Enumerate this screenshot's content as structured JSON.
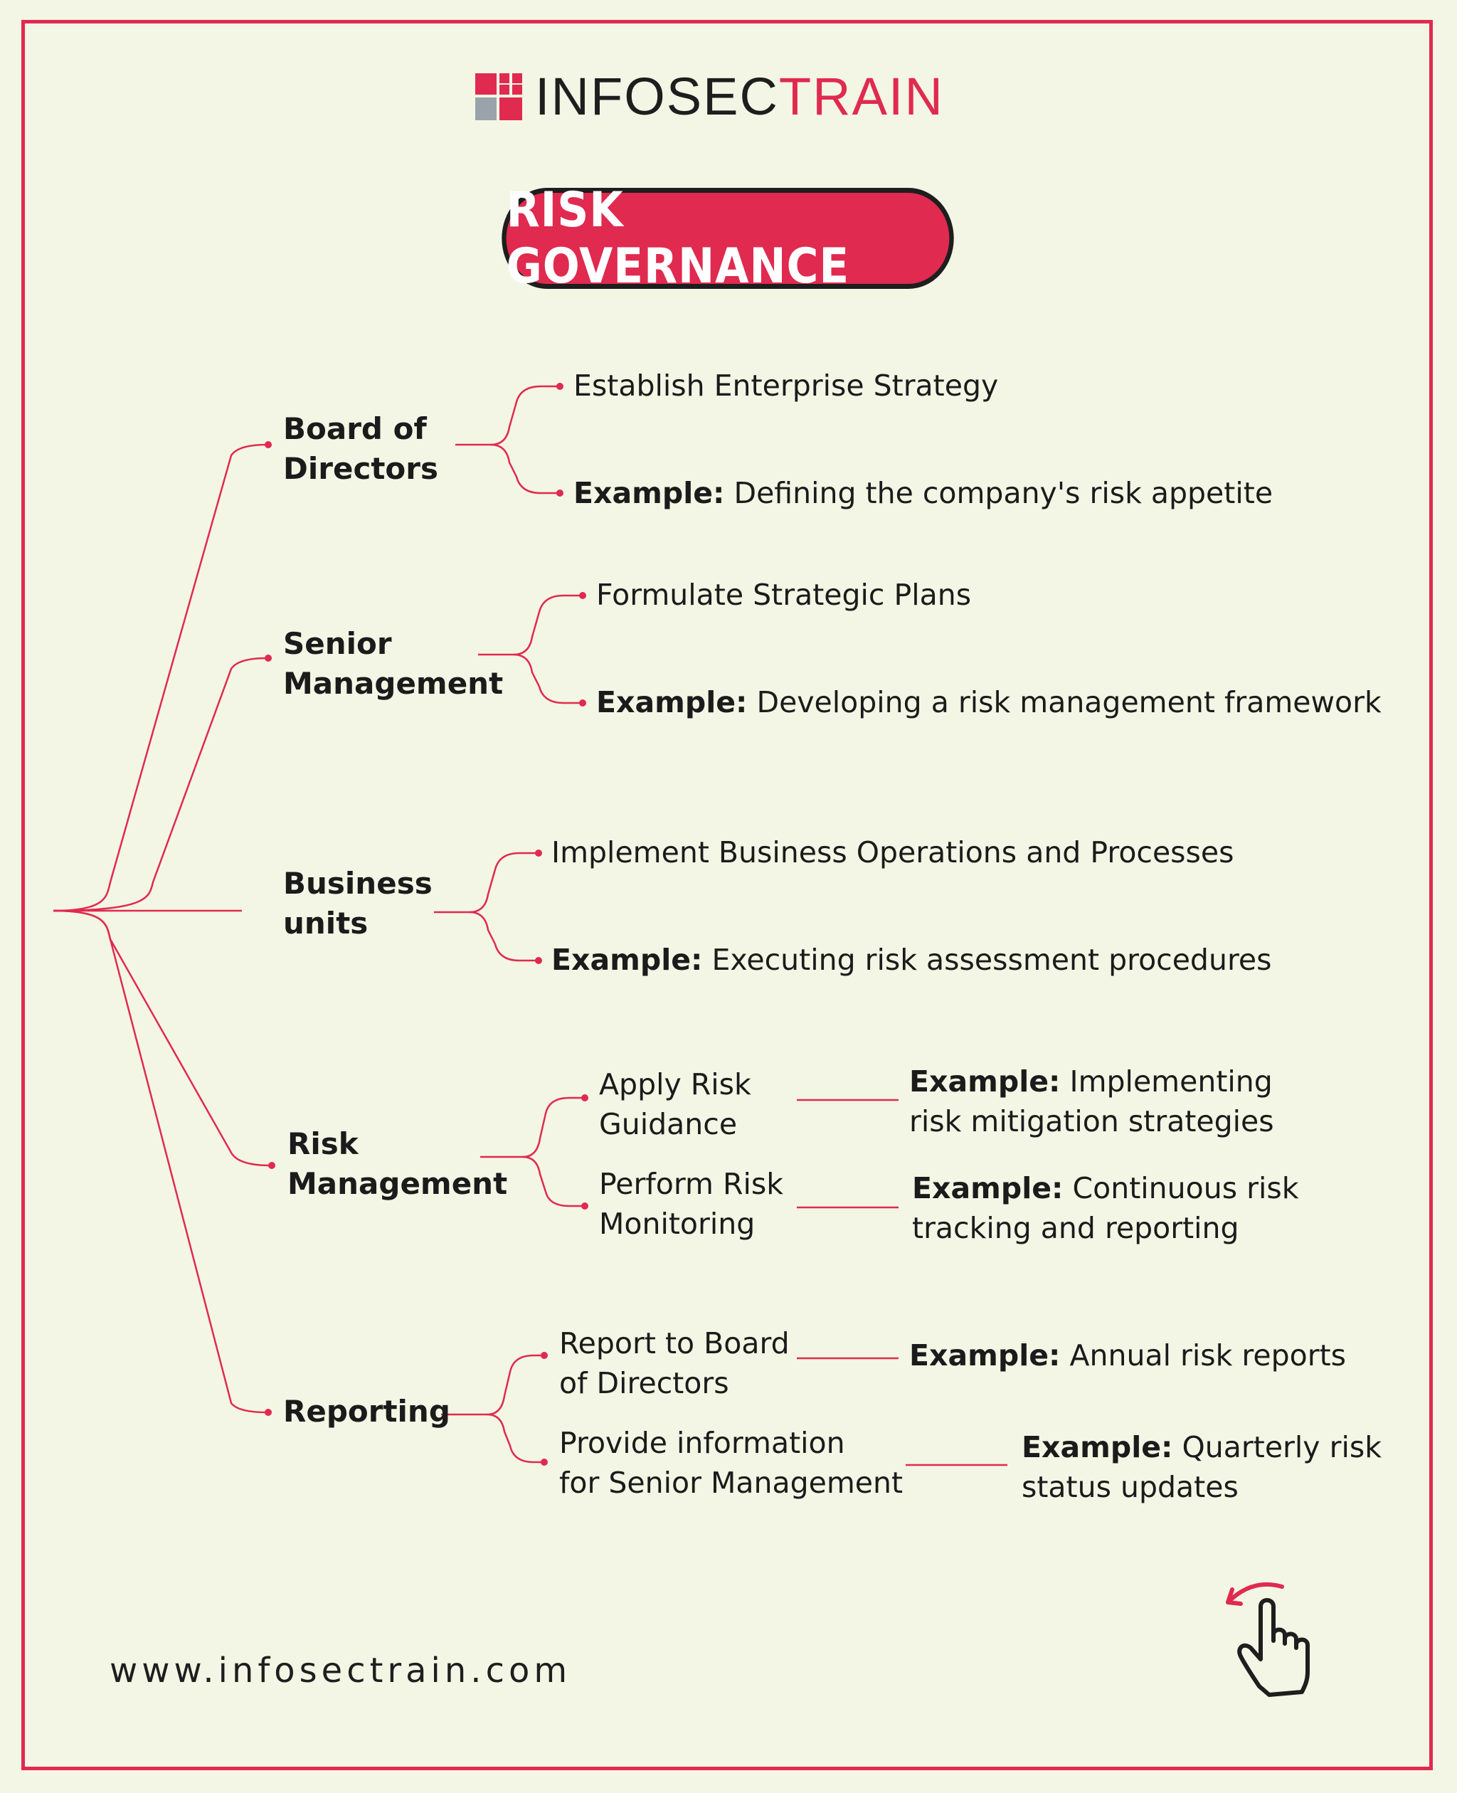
{
  "brand": {
    "name_part1": "INFOSEC",
    "name_part2": "TRAIN",
    "website": "www.infosectrain.com"
  },
  "title": "RISK GOVERNANCE",
  "colors": {
    "accent": "#e02a4f",
    "background": "#f3f6e5",
    "text": "#1b1b1b"
  },
  "example_label": "Example:",
  "categories": [
    {
      "lines": [
        "Board of",
        "Directors"
      ],
      "items": [
        {
          "text": "Establish Enterprise Strategy"
        },
        {
          "example": "Defining the company's risk appetite"
        }
      ]
    },
    {
      "lines": [
        "Senior",
        "Management"
      ],
      "items": [
        {
          "text": "Formulate Strategic Plans"
        },
        {
          "example": "Developing a risk management framework"
        }
      ]
    },
    {
      "lines": [
        "Business",
        "units"
      ],
      "items": [
        {
          "text": "Implement Business Operations and Processes"
        },
        {
          "example": "Executing risk assessment procedures"
        }
      ]
    },
    {
      "lines": [
        "Risk",
        "Management"
      ],
      "items": [
        {
          "lines": [
            "Apply Risk",
            "Guidance"
          ],
          "example_lines": [
            "Implementing",
            "risk mitigation strategies"
          ]
        },
        {
          "lines": [
            "Perform Risk",
            "Monitoring"
          ],
          "example_lines": [
            "Continuous risk",
            "tracking and reporting"
          ]
        }
      ]
    },
    {
      "lines": [
        "Reporting"
      ],
      "items": [
        {
          "lines": [
            "Report to Board",
            "of Directors"
          ],
          "example_lines": [
            "Annual risk reports"
          ]
        },
        {
          "lines": [
            "Provide information",
            "for Senior Management"
          ],
          "example_lines": [
            "Quarterly risk",
            "status updates"
          ]
        }
      ]
    }
  ],
  "icons": {
    "corner": "hand-pointer-rotate-icon",
    "logo": "logo-mark-icon"
  }
}
